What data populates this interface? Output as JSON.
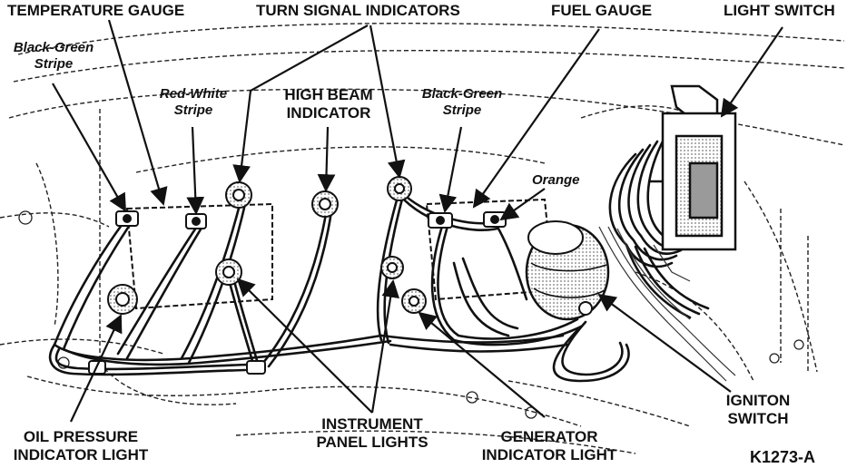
{
  "labels": {
    "temperature_gauge": "TEMPERATURE GAUGE",
    "turn_signal_indicators": "TURN SIGNAL INDICATORS",
    "fuel_gauge": "FUEL GAUGE",
    "light_switch": "LIGHT SWITCH",
    "black_green_stripe_left_1": "Black-Green",
    "black_green_stripe_left_2": "Stripe",
    "red_white_stripe_1": "Red-White",
    "red_white_stripe_2": "Stripe",
    "high_beam_indicator_1": "HIGH BEAM",
    "high_beam_indicator_2": "INDICATOR",
    "black_green_stripe_right_1": "Black-Green",
    "black_green_stripe_right_2": "Stripe",
    "orange": "Orange",
    "ignition_switch_1": "IGNITON",
    "ignition_switch_2": "SWITCH",
    "oil_pressure_1": "OIL PRESSURE",
    "oil_pressure_2": "INDICATOR LIGHT",
    "instrument_panel_lights_1": "INSTRUMENT",
    "instrument_panel_lights_2": "PANEL LIGHTS",
    "generator_indicator_1": "GENERATOR",
    "generator_indicator_2": "INDICATOR LIGHT",
    "figure_code": "K1273-A"
  },
  "colors": {
    "ink": "#111111",
    "paper": "#ffffff",
    "shade": "#9a9a9a"
  }
}
